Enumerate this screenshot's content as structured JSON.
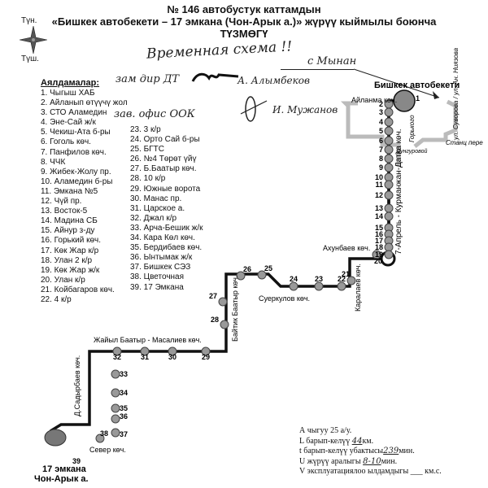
{
  "compass": {
    "north": "Түн.",
    "south": "Түш."
  },
  "header": {
    "line1": "№ 146 автобустук каттамдын",
    "line2": "«Бишкек автобекети – 17 эмкана (Чон-Арык а.)» жүрүү кыймылы боюнча",
    "line3": "ТҮЗМӨГҮ"
  },
  "handwritten": {
    "note": "Временная схема !!",
    "from": "с Мынан",
    "sig1_title": "зам дир ДТ",
    "sig1_name": "А. Алымбеков",
    "sig2_title": "зав. офис ООК",
    "sig2_name": "И. Мужанов",
    "street1": "ул. Суворова / ул. Ан. Ниязова",
    "street2": "Станц пере",
    "street3": "Горького",
    "street4": "Дунгуровой"
  },
  "stops_title": "Аялдамалар:",
  "stops_col1": [
    "1. Чыгыш ХАБ",
    "2. Айланып өтүүчү жол",
    "3. СТО Аламедин",
    "4. Эне-Сай ж/к",
    "5. Чекиш-Ата б-ры",
    "6. Гоголь көч.",
    "7. Панфилов көч.",
    "8. ЧЧК",
    "9. Жибек-Жолу пр.",
    "10. Аламедин б-ры",
    "11. Эмкана №5",
    "12. Чүй пр.",
    "13. Восток-5",
    "14. Мадина СБ",
    "15. Айнур з-ду",
    "16. Горький көч.",
    "17. Көк Жар к/р",
    "18. Улан  2 к/р",
    "19.  Көк Жар ж/к",
    "20. Улан к/р",
    "21. Койбагаров көч.",
    "22. 4 к/р"
  ],
  "stops_col2": [
    "23.  3 к/р",
    "24. Орто Сай б-ры",
    "25.  БГТС",
    "26.  №4 Төрөт үйү",
    "27. Б.Баатыр көч.",
    "28. 10 к/р",
    "29. Южные ворота",
    "30. Манас пр.",
    "31. Царское а.",
    "32. Джал к/р",
    "33. Арча-Бешик ж/к",
    "34. Кара Көл көч.",
    "35. Бердибаев көч.",
    "36. Ынтымак ж/к",
    "37. Бишкек СЭЗ",
    "38. Цветочная",
    "39. 17 Эмкана"
  ],
  "map": {
    "start_terminal": "Бишкек автобекети",
    "end_terminal_1": "17 эмкана",
    "end_terminal_2": "Чон-Арык а.",
    "streets": {
      "aylanma": "Айланма көч.",
      "main_vertical": "7-Апрель - Курманжан-Датка көч.",
      "akhunbaev": "Ахунбаев көч.",
      "karalaev": "Каралаев көч.",
      "suyorkulov": "Суеркулов көч.",
      "baytik": "Байтик Баатыр көч.",
      "zhayil": "Жайыл Баатыр  - Масалиев көч.",
      "sadyrbaev": "Д.Садырбаев көч.",
      "sever": "Север көч."
    },
    "stop_numbers": [
      "1",
      "2",
      "3",
      "4",
      "5",
      "6",
      "7",
      "8",
      "9",
      "10",
      "11",
      "12",
      "13",
      "14",
      "15",
      "16",
      "17",
      "18",
      "19",
      "20",
      "21",
      "22",
      "23",
      "24",
      "25",
      "26",
      "27",
      "28",
      "29",
      "30",
      "31",
      "32",
      "33",
      "34",
      "35",
      "36",
      "37",
      "38",
      "39"
    ]
  },
  "info": {
    "line_a": "А чыгуу   25   а/у.",
    "line_l_pre": "L барып-келүү ",
    "line_l_val": "44",
    "line_l_post": "км.",
    "line_t_pre": "t барып-келүү убактысы",
    "line_t_val": "239",
    "line_t_post": "мин.",
    "line_u_pre": "U жүрүү аралыгы ",
    "line_u_val": "8-10",
    "line_u_post": "мин.",
    "line_v": "V эксплуатациялоо ылдамдыгы ___ км.с."
  }
}
